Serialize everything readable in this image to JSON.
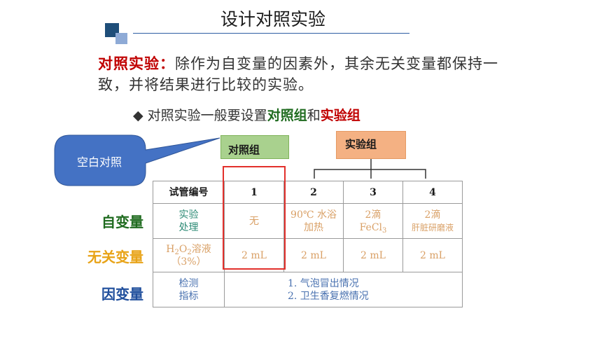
{
  "title": "设计对照实验",
  "definition": {
    "term": "对照实验：",
    "text": "除作为自变量的因素外，其余无关变量都保持一致，并将结果进行比较的实验。"
  },
  "bullet": {
    "icon": "diamond-bullet-icon",
    "prefix": "对照实验一般要设置",
    "control": "对照组",
    "and": "和",
    "experimental": "实验组"
  },
  "labels": {
    "control_group": "对照组",
    "experimental_group": "实验组",
    "blank_control": "空白对照"
  },
  "row_labels": {
    "independent": "自变量",
    "controlled": "无关变量",
    "dependent": "因变量"
  },
  "table": {
    "header_label": "试管编号",
    "tubes": [
      "1",
      "2",
      "3",
      "4"
    ],
    "iv_label": [
      "实验",
      "处理"
    ],
    "iv_values": [
      [
        "无"
      ],
      [
        "90℃ 水浴",
        "加热"
      ],
      [
        "2滴",
        "FeCl"
      ],
      [
        "2滴",
        "肝脏研磨液"
      ]
    ],
    "fecl_sub": "3",
    "cv_label": {
      "h": "H",
      "sub2": "2",
      "o": "O",
      "suffix": "溶液",
      "pct": "（3%）"
    },
    "cv_values": [
      "2 mL",
      "2 mL",
      "2 mL",
      "2 mL"
    ],
    "dv_label": [
      "检测",
      "指标"
    ],
    "indicators": [
      "1. 气泡冒出情况",
      "2. 卫生香复燃情况"
    ]
  },
  "colors": {
    "term_red": "#c00000",
    "control_green": "#a9d18e",
    "experimental_orange": "#f4b183",
    "callout_blue": "#4472c4",
    "frame_red": "#e2302b"
  }
}
